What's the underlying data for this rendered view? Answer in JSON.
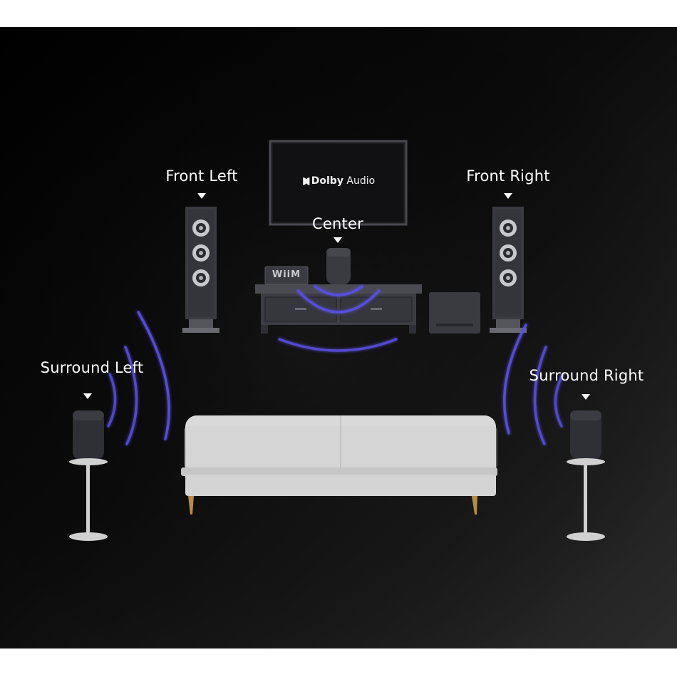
{
  "labels": {
    "front_left": "Front Left",
    "front_right": "Front Right",
    "center": "Center",
    "surround_left": "Surround Left",
    "surround_right": "Surround Right"
  },
  "tv": {
    "brand_mark": "◗◖",
    "brand": "Dolby",
    "brand_suffix": "Audio"
  },
  "streamer": {
    "label": "WiiM"
  },
  "colors": {
    "background_dark": "#050505",
    "background_mid": "#2a2a2a",
    "speaker": "#3a3b40",
    "speaker_dark": "#2b2c31",
    "sound_wave": "#5a4fe0",
    "sofa": "#dadada",
    "sofa_legs": "#b58a4a",
    "stand": "#cfcfcf",
    "label_text": "#ffffff"
  }
}
